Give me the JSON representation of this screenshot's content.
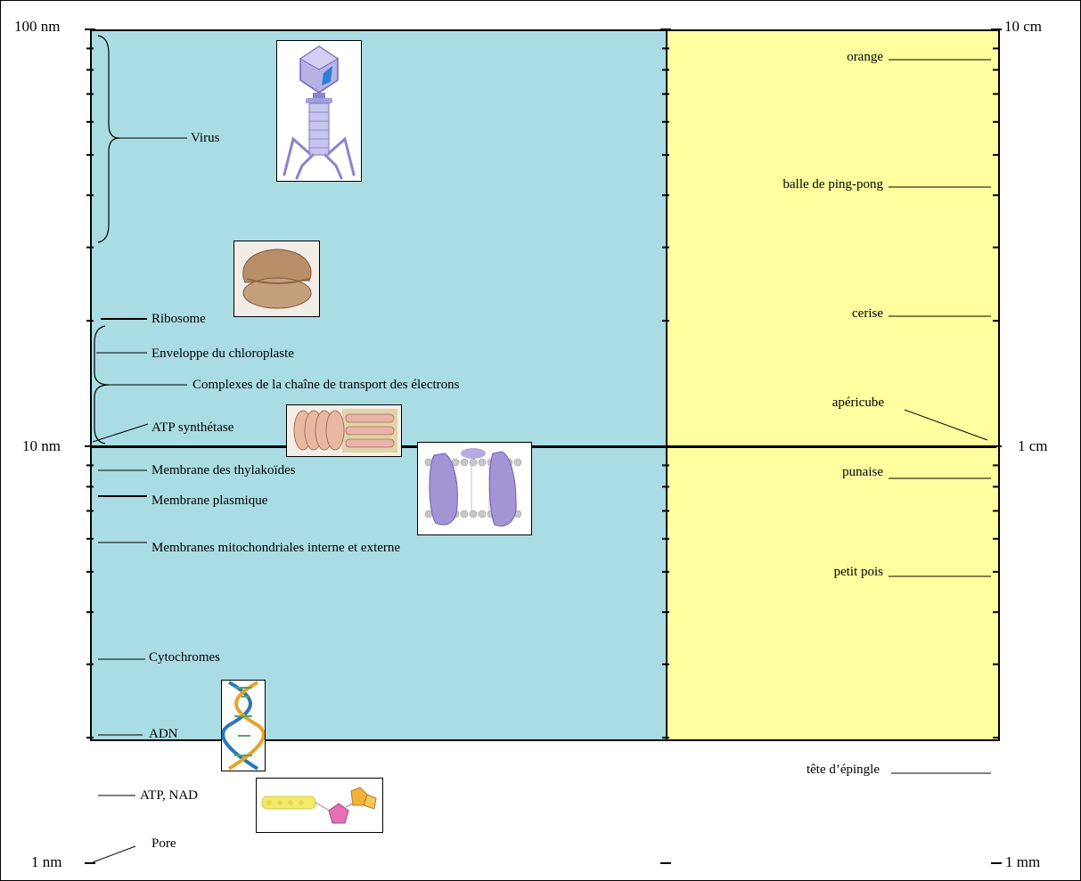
{
  "scale": {
    "left_axis": {
      "top": "100 nm",
      "middle": "10 nm",
      "bottom": "1 nm"
    },
    "right_axis": {
      "top": "10 cm",
      "middle": "1 cm",
      "bottom": "1 mm"
    }
  },
  "colors": {
    "nano_panel": "#aadde3",
    "macro_panel": "#ffff9f"
  },
  "nano_objects": {
    "virus": "Virus",
    "ribosome": "Ribosome",
    "chloroplast_envelope": "Enveloppe du chloroplaste",
    "etc_complexes": "Complexes de la chaîne de transport des électrons",
    "atp_synthase": "ATP synthétase",
    "thylakoid_membrane": "Membrane des thylakoïdes",
    "plasma_membrane": "Membrane plasmique",
    "mito_membranes": "Membranes mitochondriales interne et externe",
    "cytochromes": "Cytochromes",
    "dna": "ADN",
    "atp_nad": "ATP, NAD",
    "pore": "Pore"
  },
  "macro_objects": {
    "orange": "orange",
    "ping_pong": "balle de ping-pong",
    "cherry": "cerise",
    "apericube": "apéricube",
    "thumbtack": "punaise",
    "pea": "petit pois",
    "pin_head": "tête d’épingle"
  },
  "illustrations": [
    "bacteriophage-icon",
    "ribosome-icon",
    "atp-synthase-icon",
    "membrane-icon",
    "dna-helix-icon",
    "atp-molecule-icon"
  ]
}
